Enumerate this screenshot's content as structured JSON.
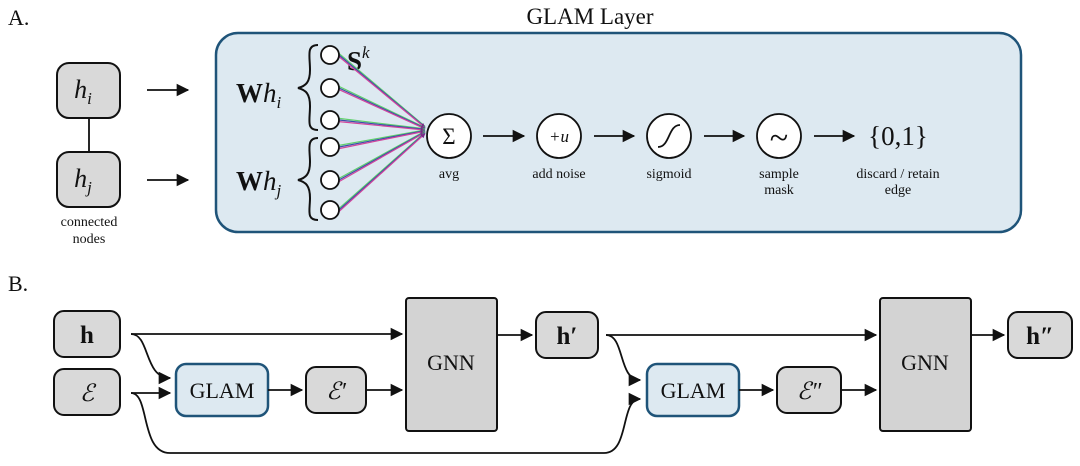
{
  "panel_a": {
    "label": "A.",
    "layer_title": "GLAM Layer",
    "node_i": "h",
    "node_i_sub": "i",
    "node_j": "h",
    "node_j_sub": "j",
    "connected_caption_1": "connected",
    "connected_caption_2": "nodes",
    "wh_i_main": "W",
    "wh_i_h": "h",
    "wh_i_sub": "i",
    "wh_j_main": "W",
    "wh_j_h": "h",
    "wh_j_sub": "j",
    "s_main": "S",
    "s_sup": "k",
    "sum_symbol": "Σ",
    "sum_label": "avg",
    "noise_symbol": "+u",
    "noise_label": "add noise",
    "sigmoid_label": "sigmoid",
    "sample_symbol": "~",
    "sample_label_1": "sample",
    "sample_label_2": "mask",
    "output_set": "{0,1}",
    "output_label_1": "discard / retain",
    "output_label_2": "edge"
  },
  "panel_b": {
    "label": "B.",
    "h": "h",
    "h_prime": "h′",
    "h_dprime": "h″",
    "e": "ℰ",
    "e_prime": "ℰ′",
    "e_dprime": "ℰ″",
    "glam_1": "GLAM",
    "glam_2": "GLAM",
    "gnn_1": "GNN",
    "gnn_2": "GNN"
  },
  "colors": {
    "glam_fill": "#dde9f1",
    "glam_stroke": "#1f5479",
    "node_fill": "#d9d9d9",
    "gnn_fill": "#d3d3d3",
    "edge_magenta": "#d1449c",
    "edge_green": "#5fd06b",
    "edge_blue": "#3b4fa8"
  }
}
